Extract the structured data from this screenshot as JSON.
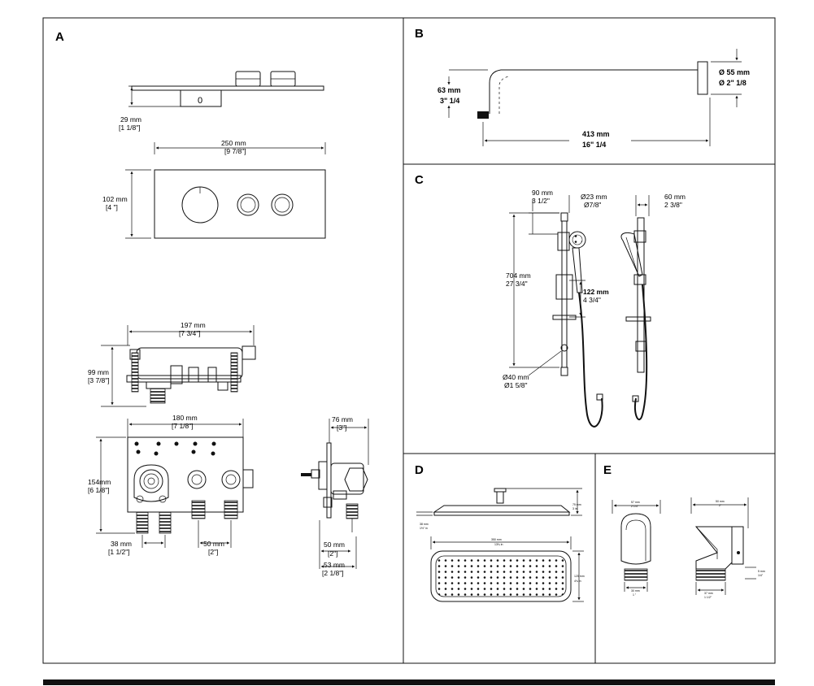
{
  "panels": {
    "A": {
      "letter": "A",
      "trim_height_mm": "29 mm",
      "trim_height_in": "[1 1/8\"]",
      "trim_button_label": "0",
      "trim_width_mm": "250 mm",
      "trim_width_in": "[9 7/8\"]",
      "trim_face_height_mm": "102 mm",
      "trim_face_height_in": "[4 \"]",
      "valve_width_mm": "197 mm",
      "valve_width_in": "[7 3/4\"]",
      "valve_height_mm": "99 mm",
      "valve_height_in": "[3 7/8\"]",
      "body_width_mm": "180 mm",
      "body_width_in": "[7 1/8\"]",
      "body_height_mm": "154mm",
      "body_height_in": "[6 1/8\"]",
      "left_spacing_mm": "38 mm",
      "left_spacing_in": "[1 1/2\"]",
      "outlet_spacing_mm": "50 mm",
      "outlet_spacing_in": "[2\"]",
      "side_depth_mm": "76 mm",
      "side_depth_in": "[3\"]",
      "side_outlet_mm": "50 mm",
      "side_outlet_in": "[2\"]",
      "side_total_mm": "53 mm",
      "side_total_in": "[2 1/8\"]"
    },
    "B": {
      "letter": "B",
      "drop_mm": "63 mm",
      "drop_in": "3\" 1/4",
      "diameter_mm": "Ø 55 mm",
      "diameter_in": "Ø 2\" 1/8",
      "length_mm": "413 mm",
      "length_in": "16\" 1/4"
    },
    "C": {
      "letter": "C",
      "offset_mm": "90 mm",
      "offset_in": "3 1/2\"",
      "bar_dia_mm": "Ø23 mm",
      "bar_dia_in": "Ø7/8\"",
      "side_depth_mm": "60 mm",
      "side_depth_in": "2 3/8\"",
      "bar_length_mm": "704 mm",
      "bar_length_in": "27 3/4\"",
      "slide_mm": "122 mm",
      "slide_in": "4 3/4\"",
      "base_dia_mm": "Ø40 mm",
      "base_dia_in": "Ø1 5/8\""
    },
    "D": {
      "letter": "D",
      "top_right": "75 mm",
      "top_right_in": "3 in",
      "left_small": "38 mm",
      "left_small_in": "1½\" in",
      "width": "350 mm",
      "width_in": "13¾ in",
      "depth": "120 mm",
      "depth_in": "4¾ in"
    },
    "E": {
      "letter": "E",
      "a_top": "57 mm",
      "a_top_in": "2 1/4\"",
      "a_bottom": "30 mm",
      "a_bottom_in": "1 \"",
      "b_top": "50 mm",
      "b_top_in": "2\"",
      "b_bottom": "37 mm",
      "b_bottom_in": "1 1/2\"",
      "b_side": "5 mm",
      "b_side_in": "1/4\""
    }
  }
}
